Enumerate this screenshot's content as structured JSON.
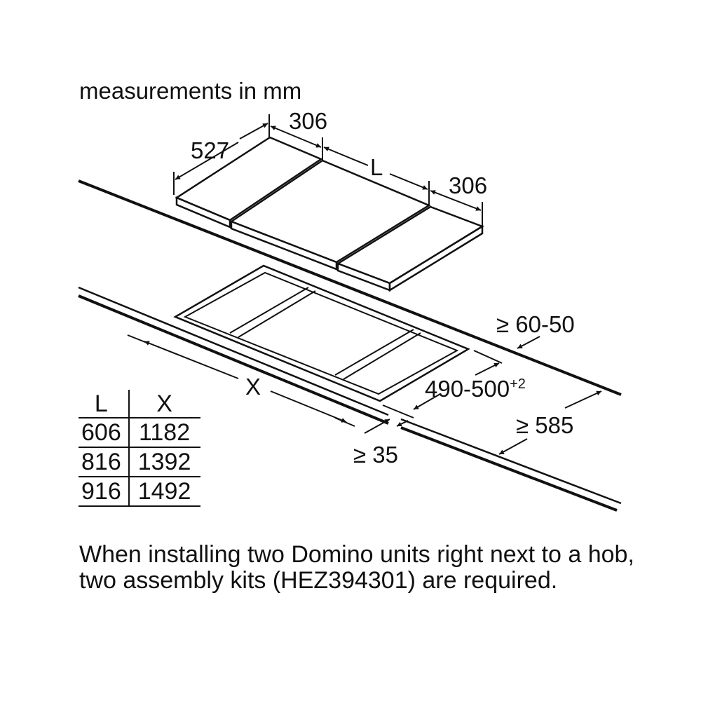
{
  "caption": "measurements in mm",
  "dimensions": {
    "depth": "527",
    "left_width": "306",
    "middle_width": "L",
    "right_width": "306",
    "back_clearance": "≥ 60-50",
    "cutout_depth": "490-500",
    "cutout_depth_tolerance": "+2",
    "cutout_width": "X",
    "front_clearance": "≥ 35",
    "worktop_depth": "≥ 585"
  },
  "table": {
    "headers": [
      "L",
      "X"
    ],
    "rows": [
      [
        "606",
        "1182"
      ],
      [
        "816",
        "1392"
      ],
      [
        "916",
        "1492"
      ]
    ]
  },
  "note": "When installing two Domino units right next to a hob, two assembly kits (HEZ394301) are required."
}
